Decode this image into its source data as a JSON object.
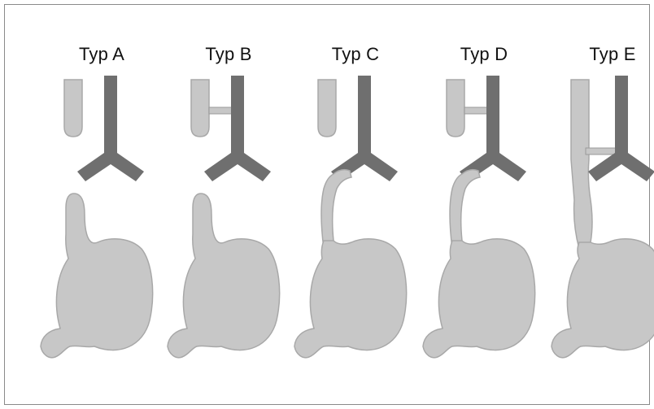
{
  "diagram": {
    "panels": [
      {
        "id": "A",
        "label": "Typ A"
      },
      {
        "id": "B",
        "label": "Typ B"
      },
      {
        "id": "C",
        "label": "Typ C"
      },
      {
        "id": "D",
        "label": "Typ D"
      },
      {
        "id": "E",
        "label": "Typ E"
      }
    ]
  },
  "colors": {
    "esophagus_stomach": "#c7c7c7",
    "trachea": "#6f6f6f",
    "outline": "#a8a8a8",
    "text": "#111111"
  }
}
